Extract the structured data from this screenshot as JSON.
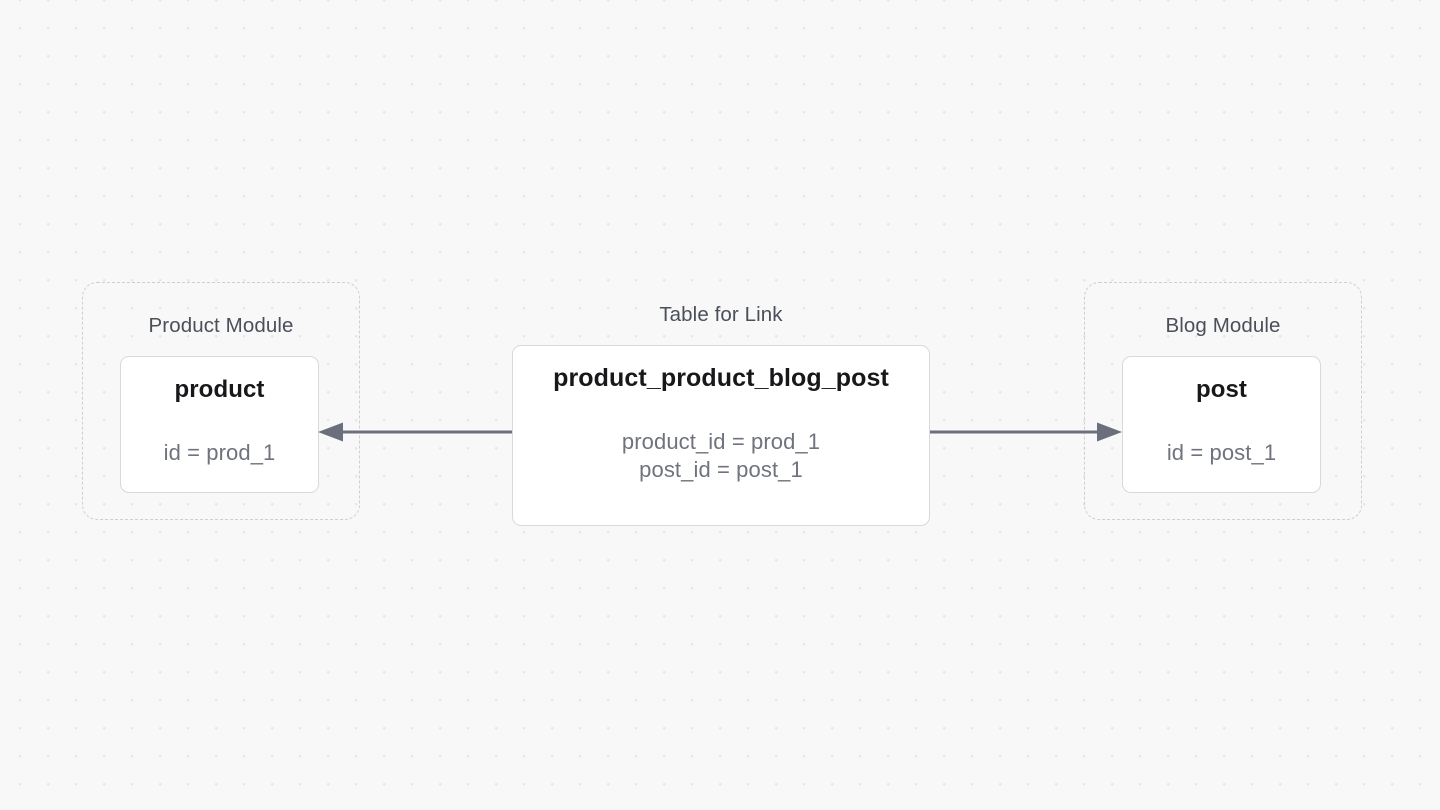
{
  "canvas": {
    "background_color": "#f8f8f9",
    "dot_color": "#e5e6ea"
  },
  "groups": [
    {
      "id": "product-module",
      "label": "Product Module",
      "node": {
        "id": "product",
        "title": "product",
        "sub": "id = prod_1"
      }
    },
    {
      "id": "blog-module",
      "label": "Blog Module",
      "node": {
        "id": "post",
        "title": "post",
        "sub": "id = post_1"
      }
    }
  ],
  "link_table": {
    "label": "Table for Link",
    "title": "product_product_blog_post",
    "fields": [
      "product_id = prod_1",
      "post_id = post_1"
    ]
  },
  "edges": [
    {
      "id": "link-to-product",
      "from": "product_product_blog_post",
      "to": "product",
      "direction": "left",
      "color": "#6b6f7d"
    },
    {
      "id": "link-to-post",
      "from": "product_product_blog_post",
      "to": "post",
      "direction": "right",
      "color": "#6b6f7d"
    }
  ]
}
